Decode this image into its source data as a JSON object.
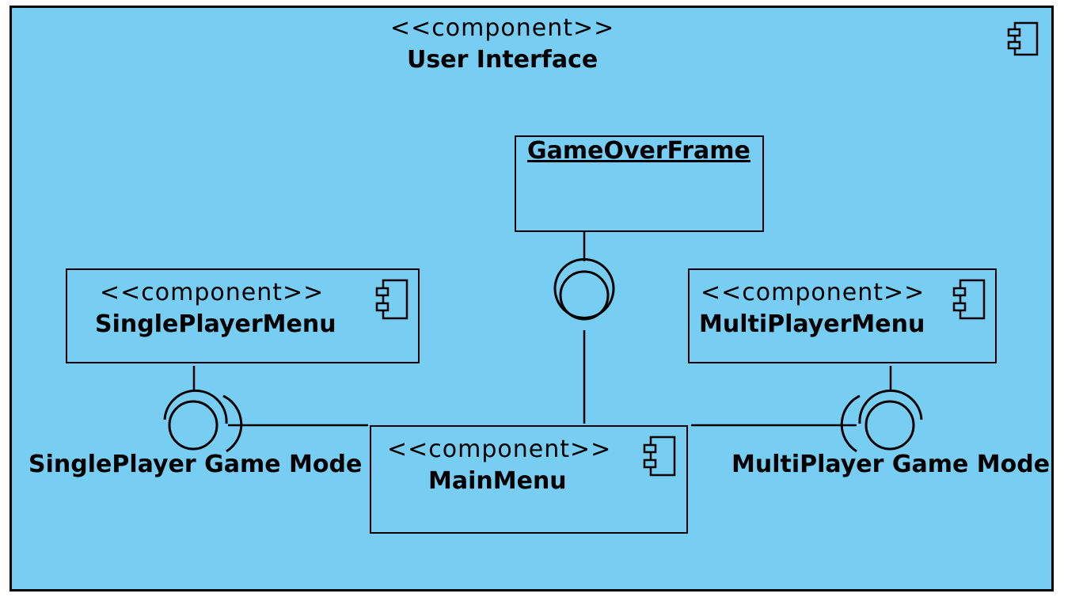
{
  "outer": {
    "stereotype": "<<component>>",
    "name": "User Interface"
  },
  "game_over_frame": {
    "name": "GameOverFrame"
  },
  "single_player_menu": {
    "stereotype": "<<component>>",
    "name": "SinglePlayerMenu"
  },
  "multi_player_menu": {
    "stereotype": "<<component>>",
    "name": "MultiPlayerMenu"
  },
  "main_menu": {
    "stereotype": "<<component>>",
    "name": "MainMenu"
  },
  "interfaces": {
    "single": "SinglePlayer Game Mode",
    "multi": "MultiPlayer Game Mode"
  },
  "colors": {
    "fill": "#78cdf3",
    "stroke": "#000000"
  },
  "icons": [
    "component-icon",
    "provided-interface-icon",
    "required-interface-icon"
  ]
}
